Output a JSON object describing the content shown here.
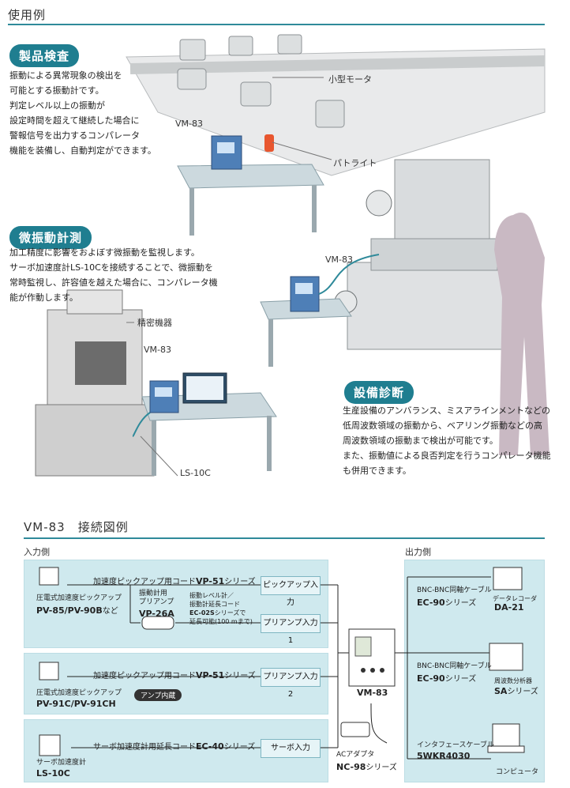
{
  "page_title": "使用例",
  "sections": {
    "inspection": {
      "label": "製品検査",
      "text": "振動による異常現象の検出を\n可能とする振動計です。\n判定レベル以上の振動が\n設定時間を超えて継続した場合に\n警報信号を出力するコンパレータ\n機能を装備し、自動判定ができます。",
      "callouts": {
        "motor": "小型モータ",
        "device": "VM-83",
        "patlite": "パトライト"
      }
    },
    "micro": {
      "label": "微振動計測",
      "text": "加工精度に影響をおよぼす微振動を監視します。\nサーボ加速度計LS-10Cを接続することで、微振動を\n常時監視し、許容値を越えた場合に、コンパレータ機\n能が作動します。",
      "callouts": {
        "machine": "精密機器",
        "device": "VM-83",
        "sensor": "LS-10C"
      }
    },
    "diagnosis": {
      "label": "設備診断",
      "text": "生産設備のアンバランス、ミスアラインメントなどの\n低周波数領域の振動から、ベアリング振動などの高\n周波数領域の振動まで検出が可能です。\nまた、振動値による良否判定を行うコンパレータ機能\nも併用できます。",
      "callouts": {
        "device": "VM-83"
      }
    }
  },
  "connection": {
    "title": "VM-83　接続図例",
    "input_side": "入力側",
    "output_side": "出力側",
    "row1": {
      "sensor_desc": "圧電式加速度ピックアップ",
      "sensor_model": "PV-85/PV-90B",
      "sensor_suffix": "など",
      "cable_text": "加速度ピックアップ用コード",
      "cable_model": "VP-51",
      "cable_suffix": "シリーズ",
      "preamp_label": "振動計用\nプリアンプ",
      "preamp_model": "VP-26A",
      "note": "振動レベル計／\n振動計延長コード",
      "note_model": "EC-02S",
      "note_tail": "シリーズで\n延長可能(100 mまで)",
      "box_pickup": "ピックアップ入力",
      "box_preamp1": "プリアンプ入力1"
    },
    "row2": {
      "sensor_desc": "圧電式加速度ピックアップ",
      "sensor_model": "PV-91C/PV-91CH",
      "tag": "アンプ内蔵",
      "cable_text": "加速度ピックアップ用コード",
      "cable_model": "VP-51",
      "cable_suffix": "シリーズ",
      "box": "プリアンプ入力2"
    },
    "row3": {
      "sensor_desc": "サーボ加速度計",
      "sensor_model": "LS-10C",
      "cable_text": "サーボ加速度計用延長コード",
      "cable_model": "EC-40",
      "cable_suffix": "シリーズ",
      "box": "サーボ入力"
    },
    "center": {
      "model": "VM-83",
      "adapter_label": "ACアダプタ",
      "adapter_model": "NC-98",
      "adapter_suffix": "シリーズ"
    },
    "outputs": [
      {
        "cable": "BNC-BNC同軸ケーブル",
        "cable_model": "EC-90",
        "cable_suffix": "シリーズ",
        "device_desc": "データレコーダ",
        "device_model": "DA-21",
        "device_suffix": ""
      },
      {
        "cable": "BNC-BNC同軸ケーブル",
        "cable_model": "EC-90",
        "cable_suffix": "シリーズ",
        "device_desc": "周波数分析器",
        "device_model": "SA",
        "device_suffix": "シリーズ"
      },
      {
        "cable": "インタフェースケーブル",
        "cable_model": "5WKR4030",
        "cable_suffix": "",
        "device_desc": "コンピュータ",
        "device_model": "",
        "device_suffix": ""
      }
    ]
  }
}
